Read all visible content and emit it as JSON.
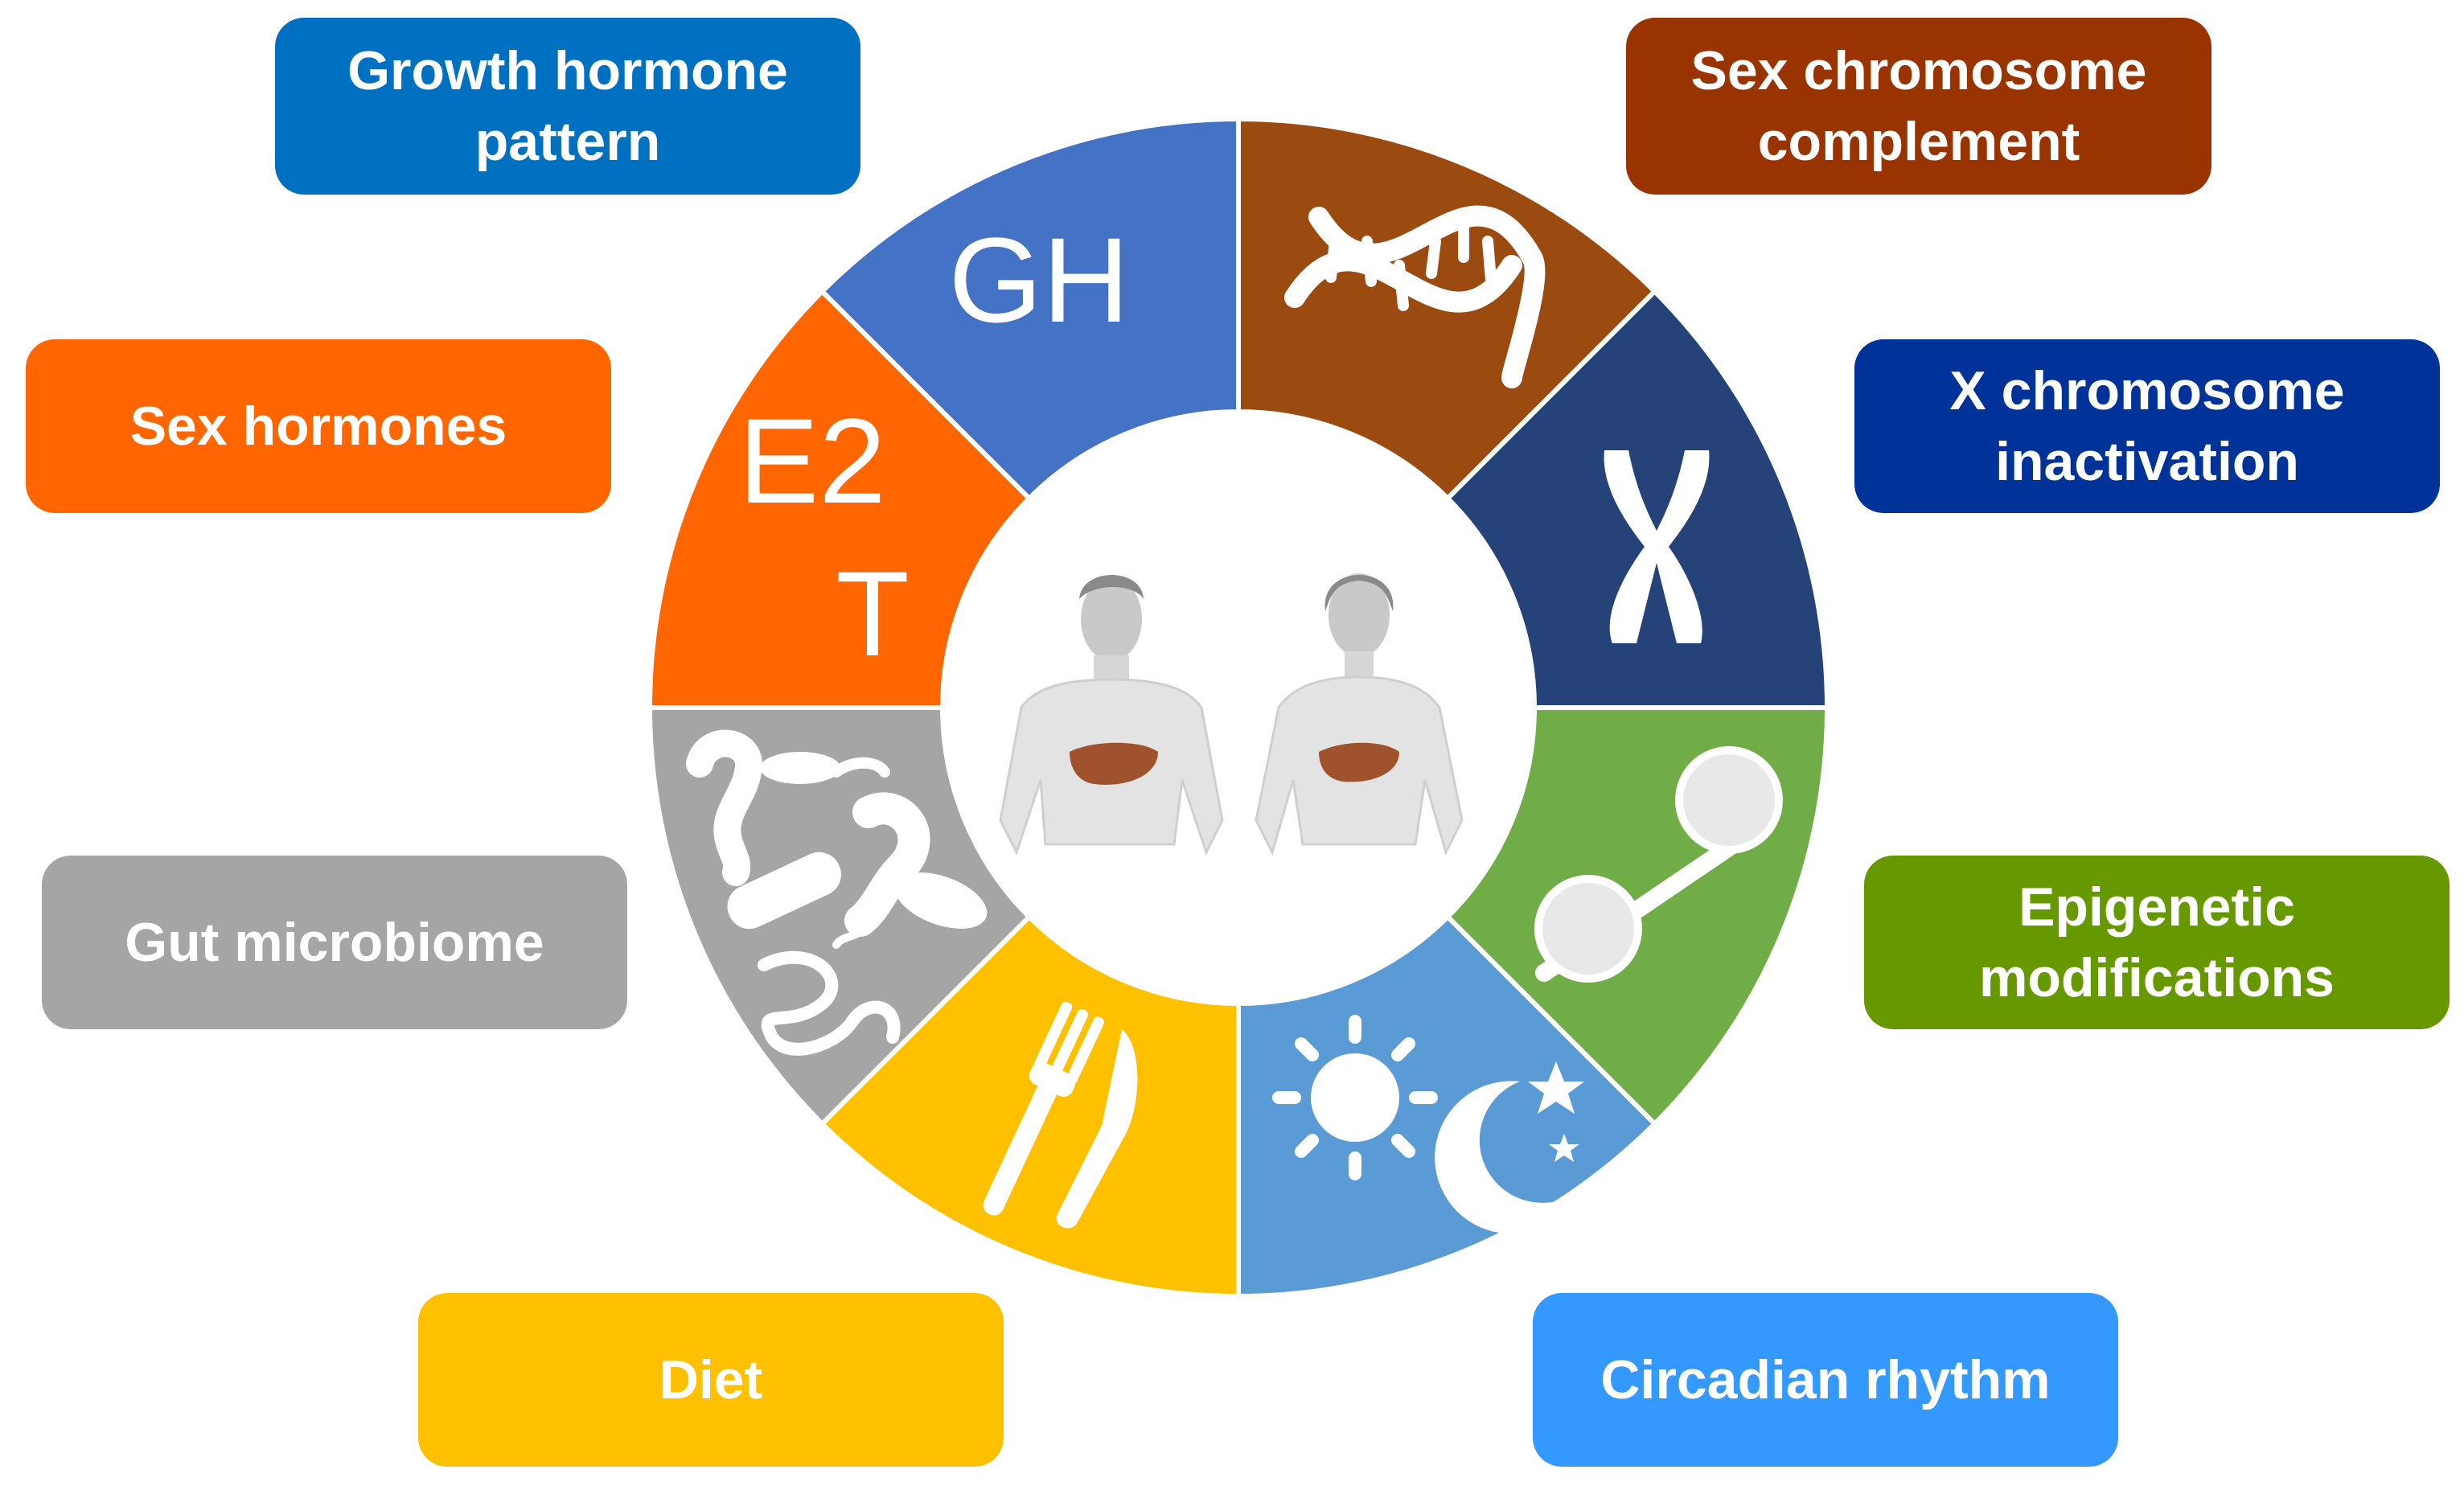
{
  "labels": {
    "growth_hormone": "Growth hormone pattern",
    "sex_chromosome": "Sex chromosome complement",
    "sex_hormones": "Sex hormones",
    "x_inactivation": "X chromosome inactivation",
    "gut_microbiome": "Gut microbiome",
    "epigenetic": "Epigenetic modifications",
    "diet": "Diet",
    "circadian": "Circadian rhythm"
  },
  "wheel": {
    "gh_text": "GH",
    "e2_text": "E2",
    "t_text": "T"
  },
  "colors": {
    "growth_hormone_box": "#0070C0",
    "growth_hormone_segment": "#4472C4",
    "sex_chromosome_box": "#993300",
    "sex_chromosome_segment": "#9B4A10",
    "sex_hormones": "#FF6600",
    "x_inactivation_box": "#003399",
    "x_inactivation_segment": "#254379",
    "gut_microbiome": "#A5A5A5",
    "epigenetic_box": "#669900",
    "epigenetic_segment": "#70AD47",
    "diet": "#FFC000",
    "circadian_box": "#3399FF",
    "circadian_segment": "#5B9BD5",
    "liver": "#A0522D"
  },
  "icons": [
    "dna-icon",
    "chromosome-icon",
    "nucleosome-icon",
    "sun-icon",
    "moon-icon",
    "star-icon",
    "fork-icon",
    "knife-icon",
    "bacteria-icon",
    "male-body-icon",
    "female-body-icon",
    "liver-icon"
  ]
}
